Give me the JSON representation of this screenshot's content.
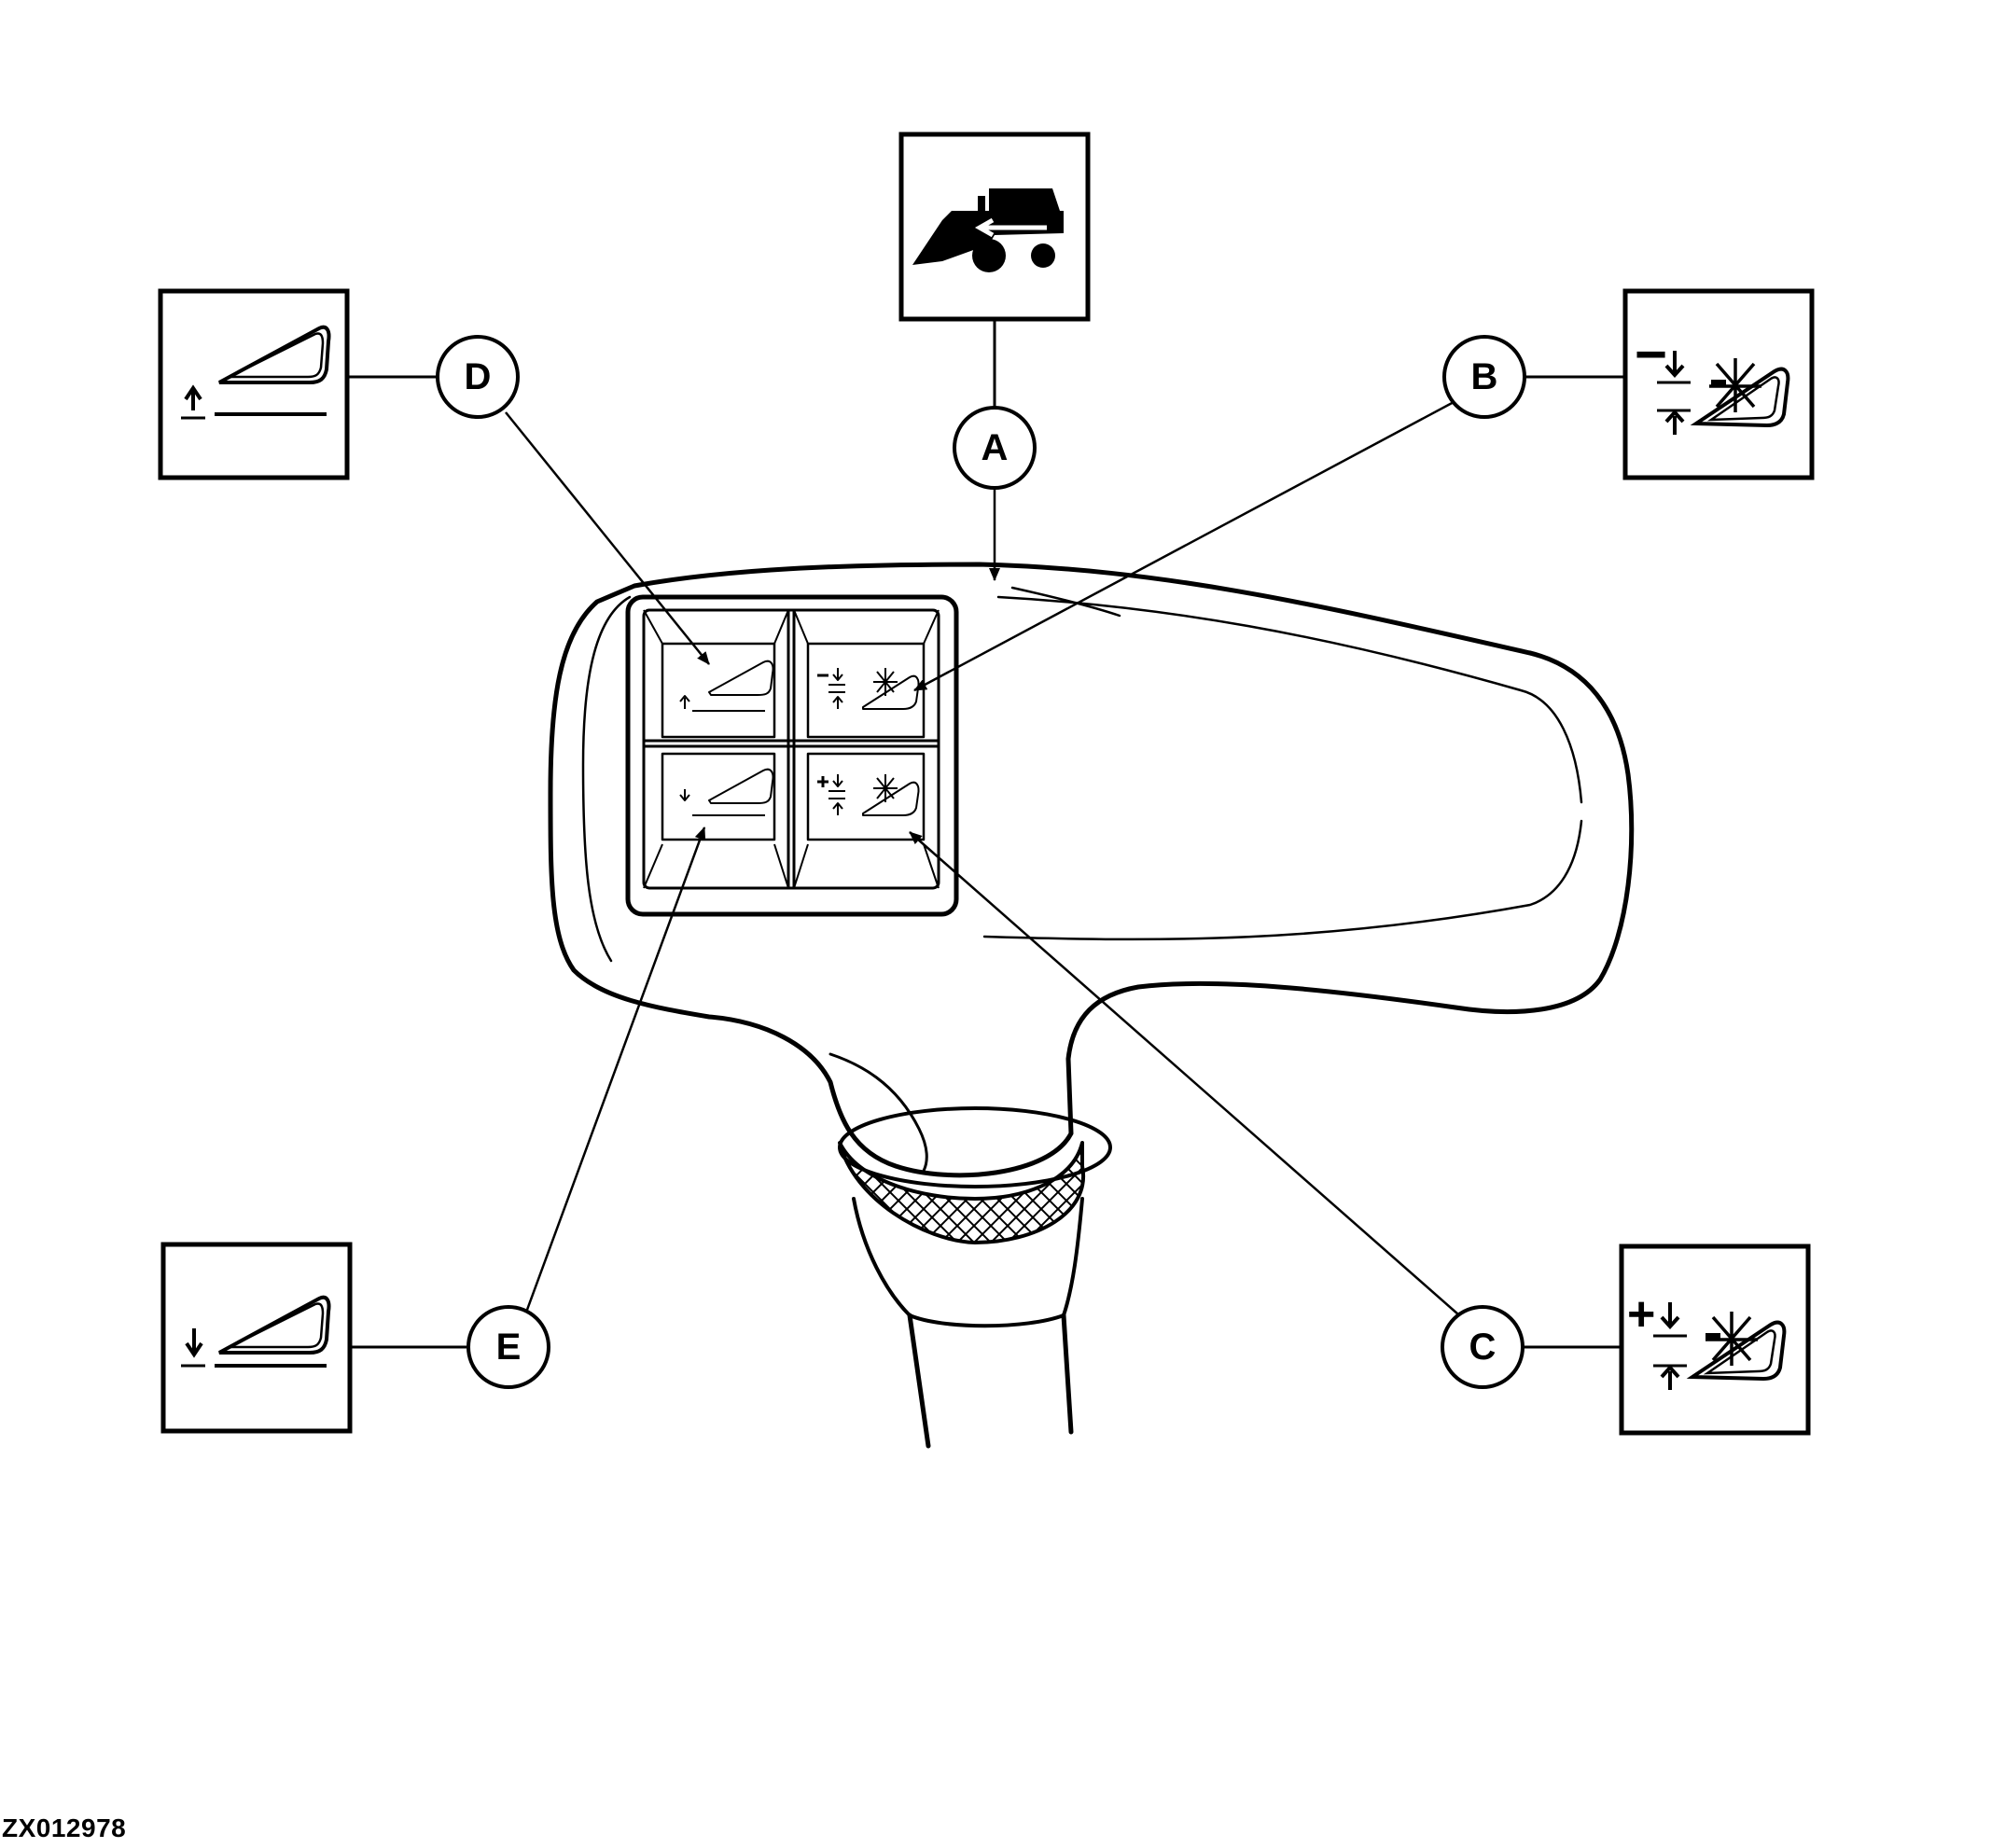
{
  "callouts": {
    "a": "A",
    "b": "B",
    "c": "C",
    "d": "D",
    "e": "E"
  },
  "icon_boxes": {
    "a": {
      "icon": "combine-header-icon",
      "glyphs": ""
    },
    "b": {
      "icon": "reel-down-icon",
      "glyphs": "−"
    },
    "c": {
      "icon": "reel-up-icon",
      "glyphs": "+"
    },
    "d": {
      "icon": "header-raise-icon",
      "glyphs": ""
    },
    "e": {
      "icon": "header-lower-icon",
      "glyphs": ""
    }
  },
  "figure_id": "ZX012978",
  "colors": {
    "line": "#000000",
    "background": "#ffffff"
  }
}
